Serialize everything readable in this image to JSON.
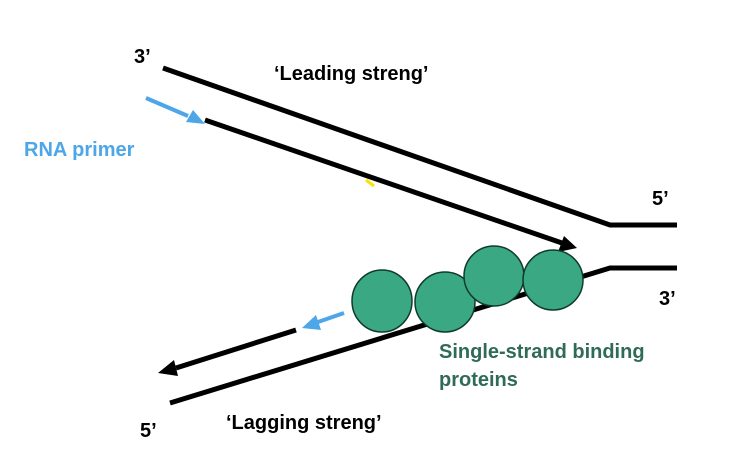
{
  "labels": {
    "leading_3prime": "3’",
    "leading_title": "‘Leading streng’",
    "rna_primer": "RNA primer",
    "right_top_5prime": "5’",
    "right_bottom_3prime": "3’",
    "ssb_line1": "Single-strand binding",
    "ssb_line2": "proteins",
    "lagging_5prime": "5’",
    "lagging_title": "‘Lagging streng’"
  },
  "colors": {
    "strand": "#000000",
    "primer": "#4da6e8",
    "rna_primer_text": "#4da6e8",
    "protein_fill": "#3aa882",
    "protein_stroke": "#0f3b2c",
    "ssb_text": "#2f6b55",
    "text": "#000000",
    "mark": "#ffe000"
  },
  "proteins_count": 4
}
